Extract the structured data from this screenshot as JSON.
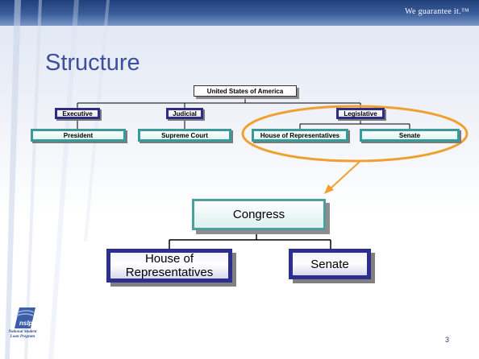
{
  "header": {
    "tagline": "We guarantee it.™"
  },
  "title": "Structure",
  "top_chart": {
    "root": "United States of America",
    "branches": [
      "Executive",
      "Judicial",
      "Legislative"
    ],
    "leaves": [
      "President",
      "Supreme Court",
      "House of Representatives",
      "Senate"
    ]
  },
  "zoom_chart": {
    "root": "Congress",
    "children": [
      "House of Representatives",
      "Senate"
    ]
  },
  "logo": {
    "word": "nslp",
    "line1": "National Student",
    "line2": "Loan Program"
  },
  "page_number": "3",
  "colors": {
    "title": "#3b4f9c",
    "highlight": "#f0a030",
    "branch_border": "#2d2d86",
    "leaf_border": "#3a9a9a"
  }
}
